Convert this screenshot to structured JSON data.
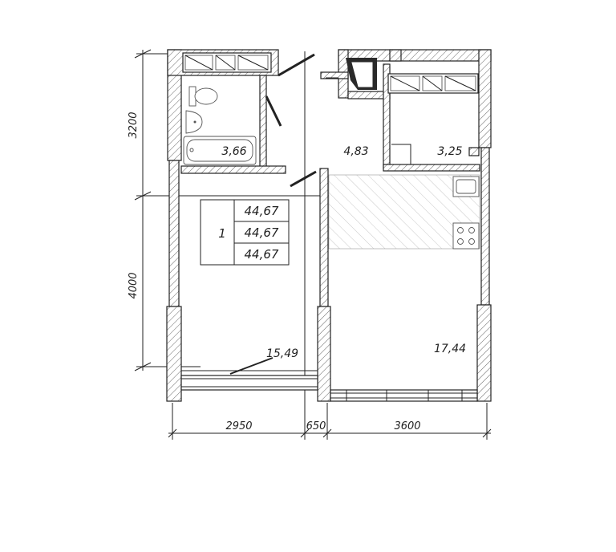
{
  "apartment_table": {
    "rooms": "1",
    "areas": [
      "44,67",
      "44,67",
      "44,67"
    ]
  },
  "room_areas": {
    "bathroom": "3,66",
    "hallway": "4,83",
    "storage": "3,25",
    "bedroom": "15,49",
    "kitchen_living": "17,44"
  },
  "dimensions": {
    "horizontal": [
      "2950",
      "650",
      "3600"
    ],
    "vertical": [
      "3200",
      "4000"
    ]
  }
}
